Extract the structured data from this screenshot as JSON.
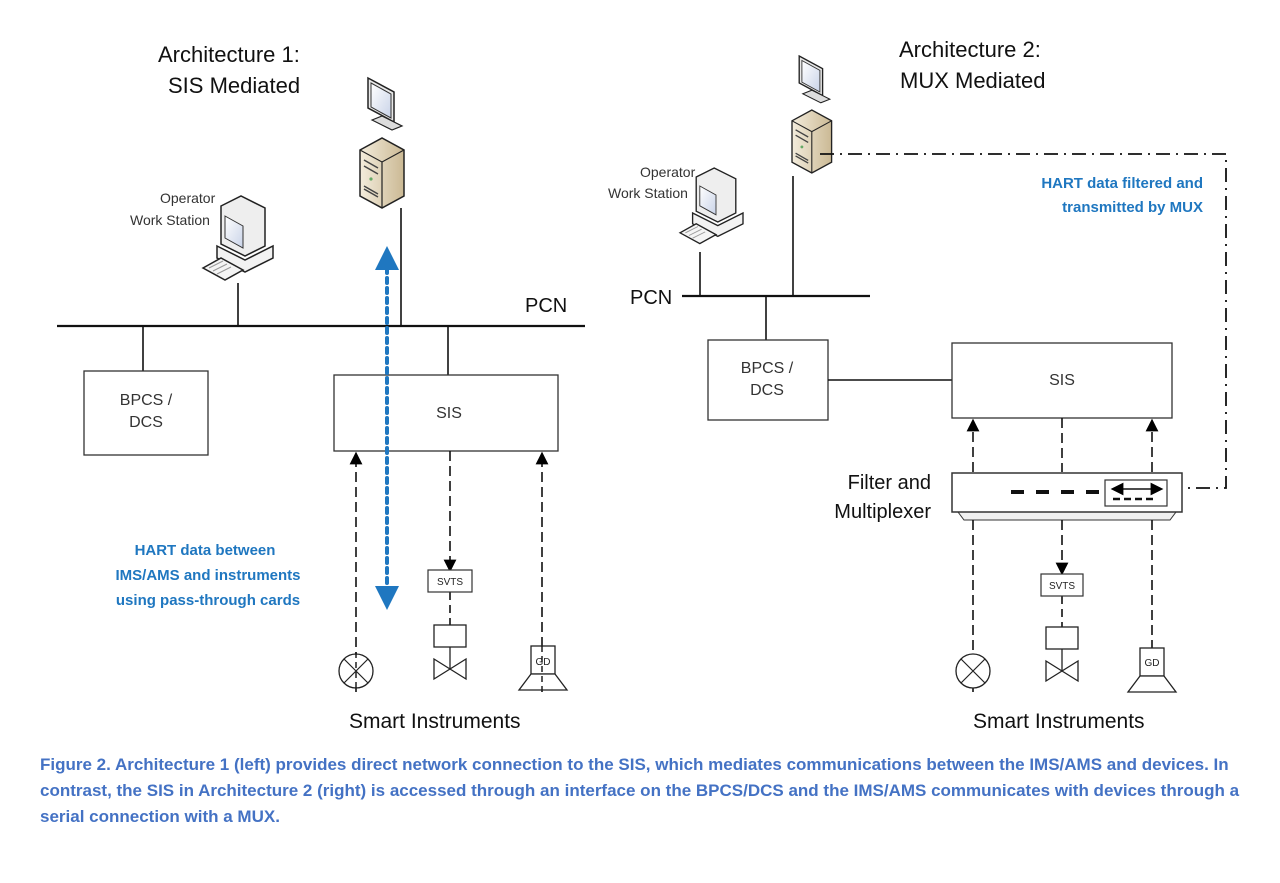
{
  "architecture1": {
    "title_line1": "Architecture 1:",
    "title_line2": "SIS Mediated",
    "workstation_label_line1": "Operator",
    "workstation_label_line2": "Work Station",
    "network_label": "PCN",
    "bpcs_line1": "BPCS /",
    "bpcs_line2": "DCS",
    "sis_label": "SIS",
    "svts_label": "SVTS",
    "gd_label": "GD",
    "hart_note_line1": "HART data between",
    "hart_note_line2": "IMS/AMS and instruments",
    "hart_note_line3": "using pass-through cards",
    "instruments_label": "Smart Instruments"
  },
  "architecture2": {
    "title_line1": "Architecture 2:",
    "title_line2": "MUX Mediated",
    "workstation_label_line1": "Operator",
    "workstation_label_line2": "Work Station",
    "network_label": "PCN",
    "bpcs_line1": "BPCS /",
    "bpcs_line2": "DCS",
    "sis_label": "SIS",
    "mux_label_line1": "Filter and",
    "mux_label_line2": "Multiplexer",
    "svts_label": "SVTS",
    "gd_label": "GD",
    "hart_note_line1": "HART data filtered and",
    "hart_note_line2": "transmitted by MUX",
    "instruments_label": "Smart Instruments"
  },
  "icons": {
    "server": "server-with-monitor-icon",
    "workstation": "desktop-computer-icon",
    "flow_sensor": "circle-x-sensor-icon",
    "valve": "shutdown-valve-icon",
    "gas_detector": "gas-detector-icon",
    "multiplexer": "multiplexer-device-icon"
  },
  "colors": {
    "hart_blue": "#1f77c0",
    "caption_blue": "#4472c4",
    "server_tan": "#d8c9a8"
  },
  "caption": "Figure 2. Architecture 1 (left) provides direct network connection to the SIS, which mediates communications between the IMS/AMS and devices. In contrast, the SIS in Architecture 2 (right) is accessed through an interface on the BPCS/DCS and the IMS/AMS communicates with devices through a serial connection with a MUX."
}
